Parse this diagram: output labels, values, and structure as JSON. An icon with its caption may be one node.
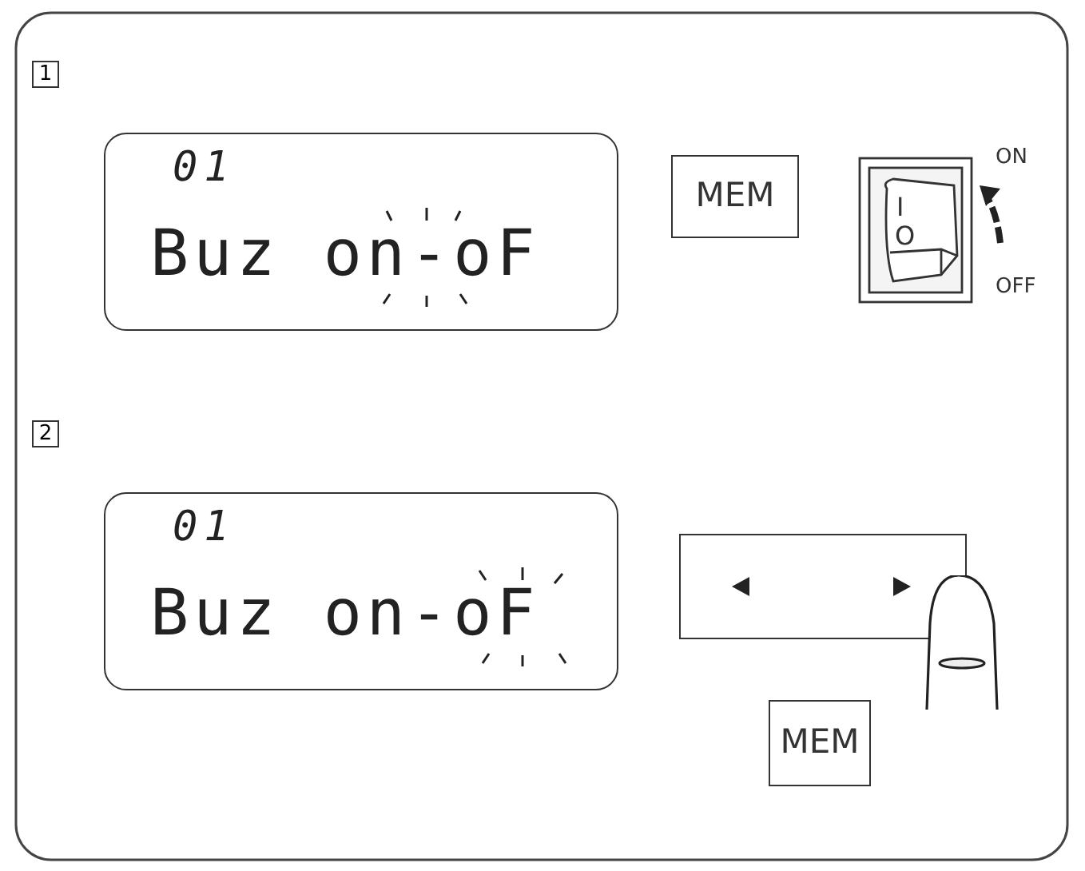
{
  "diagram": {
    "nodes": [
      {
        "text": [
          "1"
        ]
      },
      {
        "text": [
          "01",
          "Buz on-oF"
        ]
      },
      {
        "text": [
          "MEM"
        ]
      },
      {
        "text": [
          "2"
        ]
      },
      {
        "text": [
          "01",
          "Buz on-oF"
        ]
      },
      {
        "text": [],
        "shape": "box"
      },
      {
        "text": [
          "MEM"
        ]
      }
    ],
    "labels": [
      "I",
      "O",
      "ON",
      "OFF"
    ]
  }
}
